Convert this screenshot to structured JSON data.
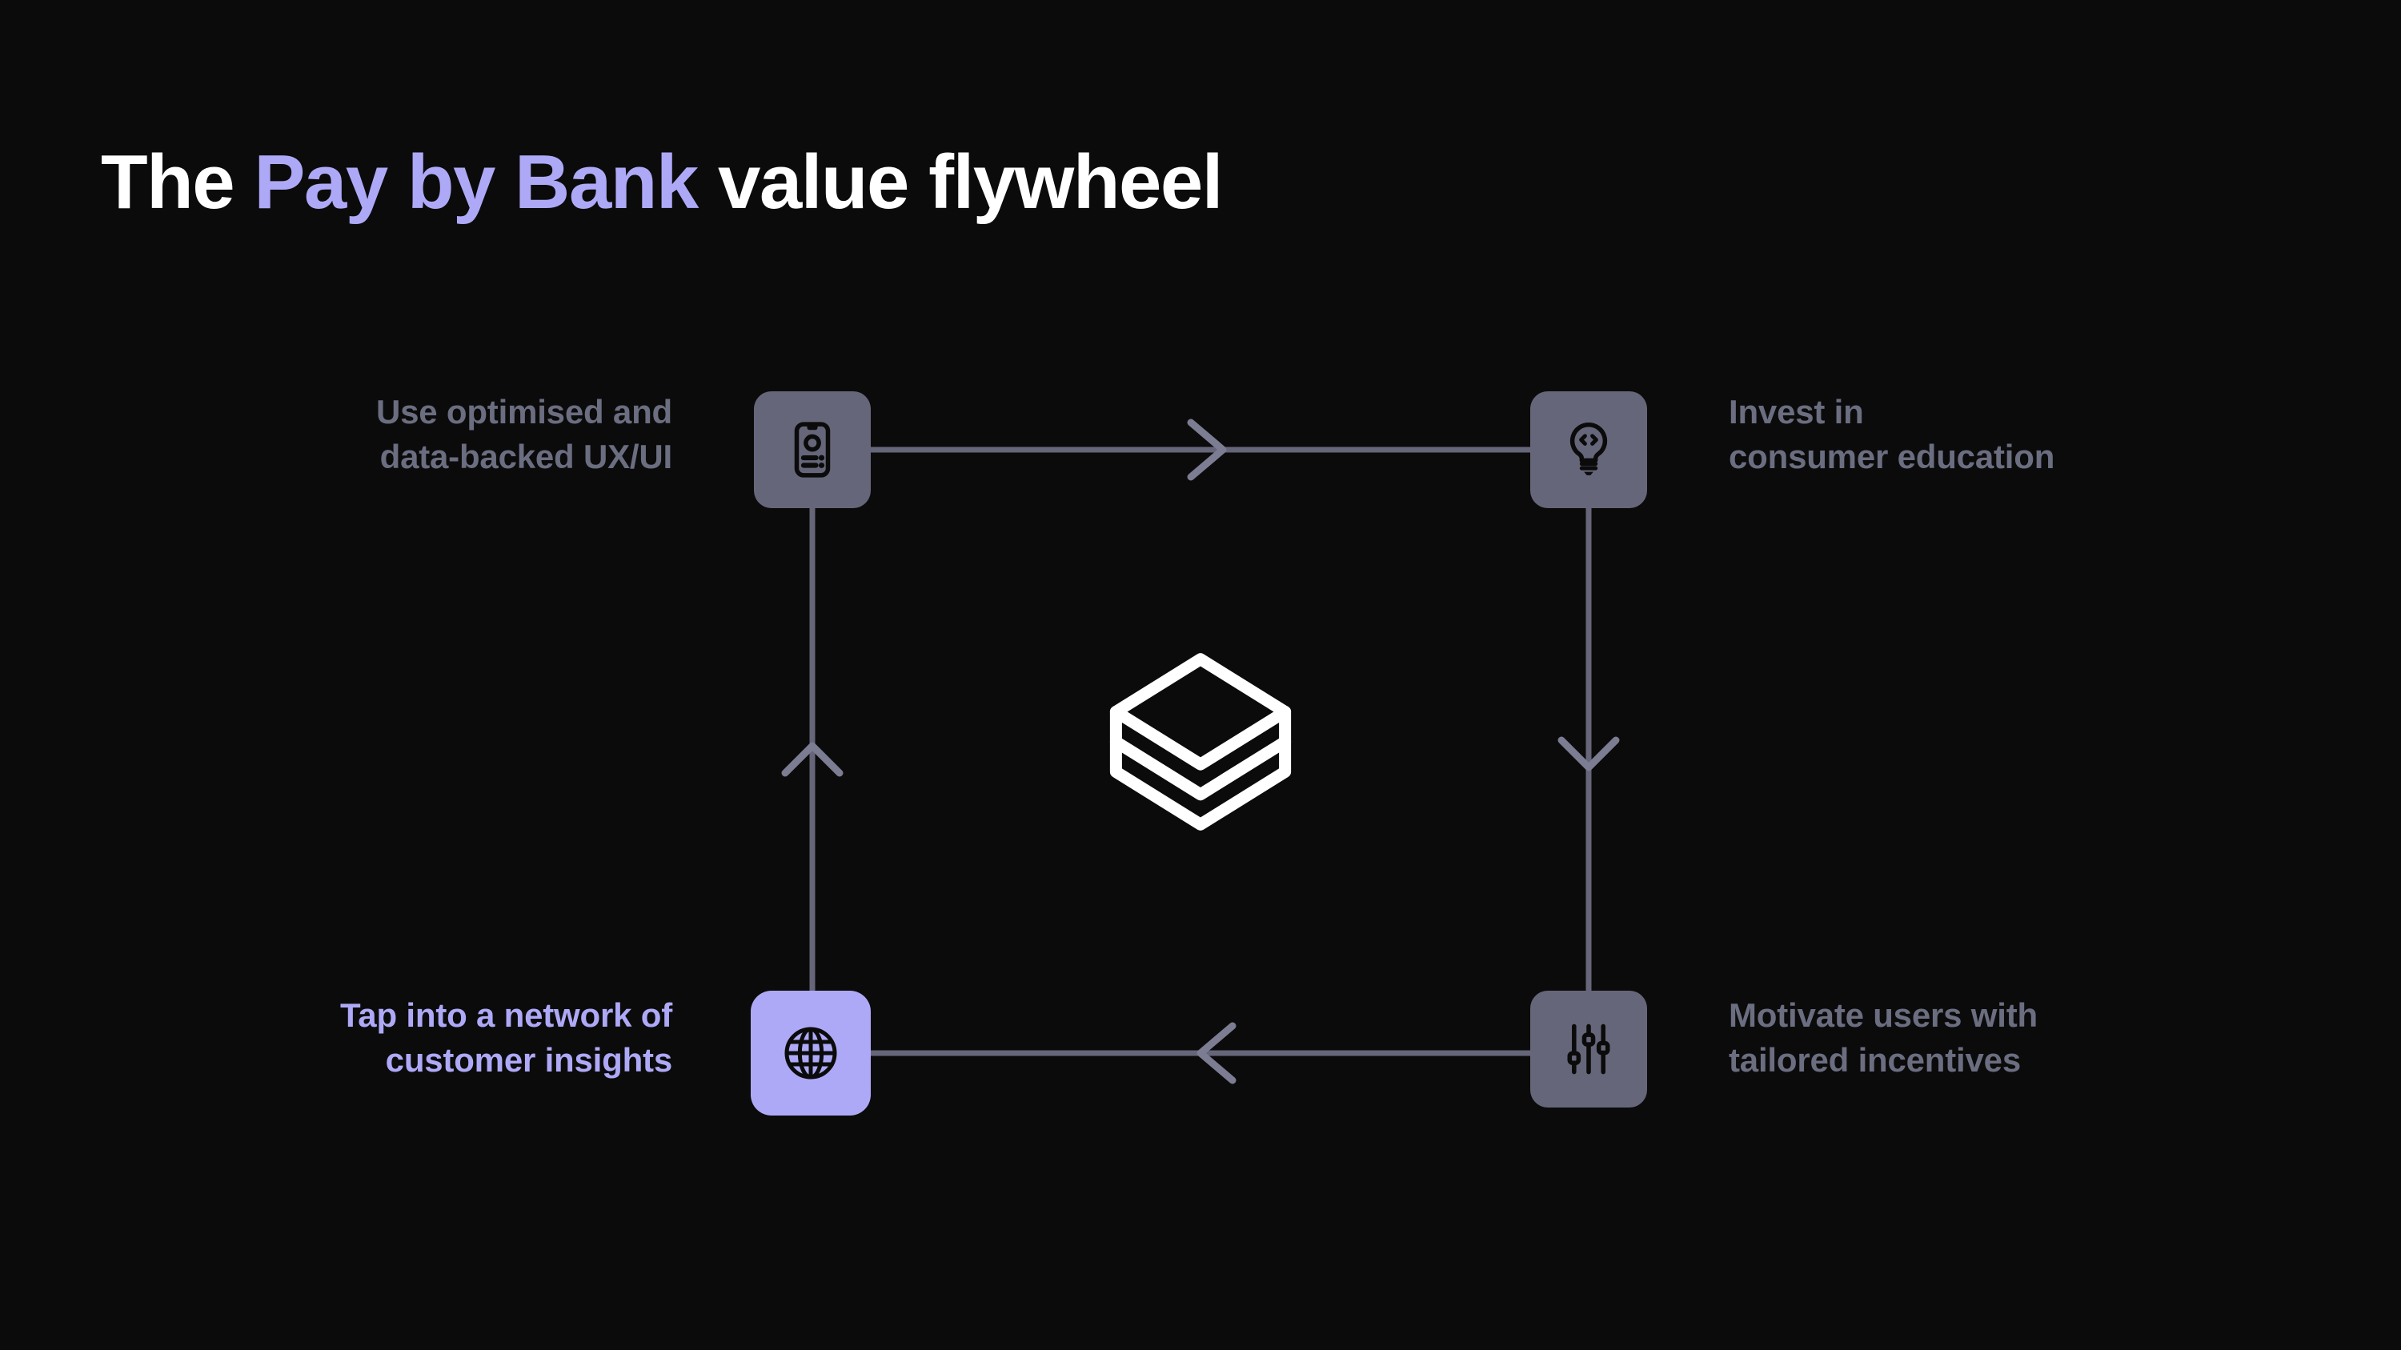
{
  "slide": {
    "background_color": "#0b0b0b",
    "title": {
      "prefix": "The ",
      "accent": "Pay by Bank",
      "suffix": " value flywheel",
      "accent_color": "#aea9f7",
      "text_color": "#ffffff"
    }
  },
  "diagram": {
    "type": "cycle-flywheel",
    "direction": "clockwise",
    "center_logo": "stacked-layers-logo",
    "muted_color": "#66667a",
    "highlight_color": "#aea9f7",
    "label_muted_color": "#6b6d80",
    "nodes": [
      {
        "id": "ux-ui",
        "position": "top-left",
        "icon": "mobile-ui-icon",
        "highlighted": false,
        "label_line1": "Use optimised and",
        "label_line2": "data-backed UX/UI"
      },
      {
        "id": "consumer-education",
        "position": "top-right",
        "icon": "lightbulb-code-icon",
        "highlighted": false,
        "label_line1": "Invest in",
        "label_line2": "consumer education"
      },
      {
        "id": "customer-insights",
        "position": "bottom-left",
        "icon": "globe-icon",
        "highlighted": true,
        "label_line1": "Tap into a network of",
        "label_line2": "customer insights"
      },
      {
        "id": "tailored-incentives",
        "position": "bottom-right",
        "icon": "sliders-icon",
        "highlighted": false,
        "label_line1": "Motivate users with",
        "label_line2": "tailored incentives"
      }
    ],
    "connectors": [
      {
        "id": "top-edge",
        "from": "ux-ui",
        "to": "consumer-education",
        "arrow": "right"
      },
      {
        "id": "right-edge",
        "from": "consumer-education",
        "to": "tailored-incentives",
        "arrow": "down"
      },
      {
        "id": "bottom-edge",
        "from": "tailored-incentives",
        "to": "customer-insights",
        "arrow": "left"
      },
      {
        "id": "left-edge",
        "from": "customer-insights",
        "to": "ux-ui",
        "arrow": "up"
      }
    ]
  }
}
